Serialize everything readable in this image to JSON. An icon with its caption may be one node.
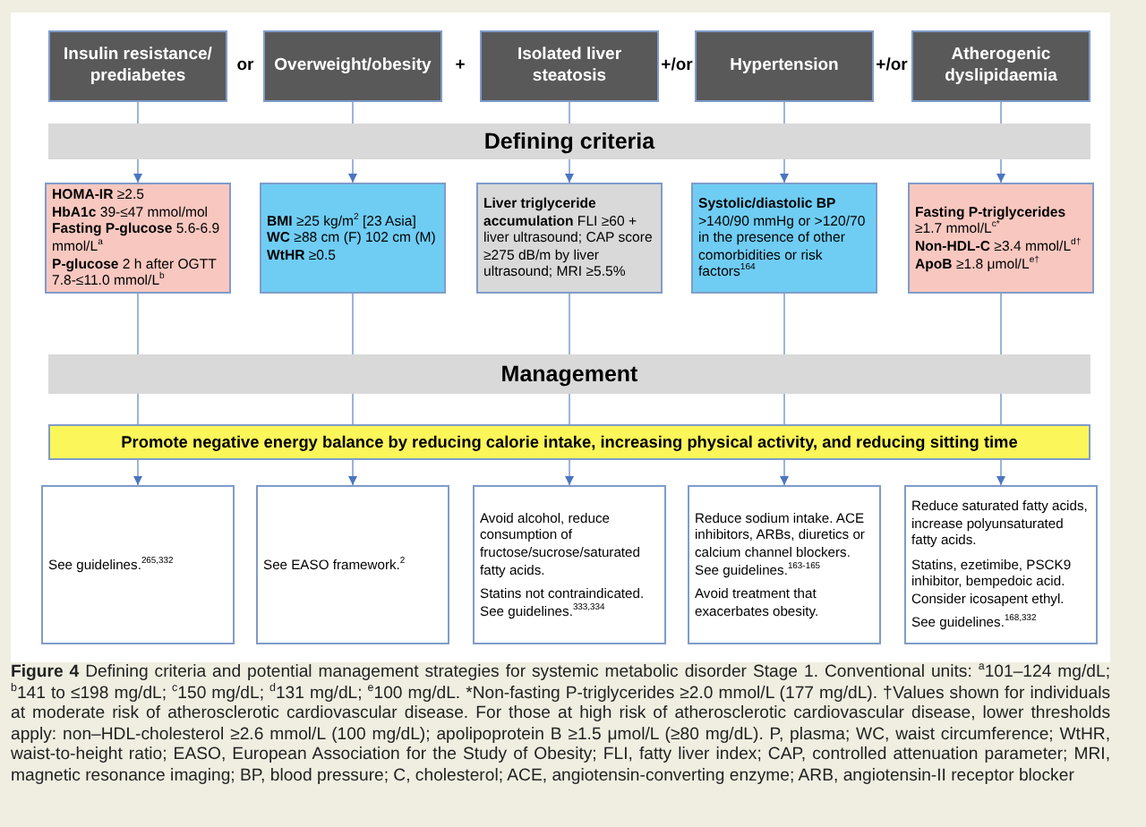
{
  "diagram": {
    "caption": "**Figure 4** Defining criteria and potential management strategies for systemic metabolic disorder Stage 1. Conventional units: $^{a}$101–124 mg/dL; $^{b}$141 to ≤198 mg/dL; $^{c}$150 mg/dL; $^{d}$131 mg/dL; $^{e}$100 mg/dL. *Non-fasting P-triglycerides ≥2.0 mmol/L (177 mg/dL). †Values shown for individuals at moderate risk of atherosclerotic cardiovascular disease. For those at high risk of atherosclerotic cardiovascular disease, lower thresholds apply: non–HDL-cholesterol ≥2.6 mmol/L (100 mg/dL); apolipoprotein B ≥1.5 μmol/L (≥80 mg/dL). P, plasma; WC, waist circumference; WtHR, waist-to-height ratio; EASO, European Association for the Study of Obesity; FLI, fatty liver index; CAP, controlled attenuation parameter; MRI, magnetic resonance imaging; BP, blood pressure; C, cholesterol; ACE, angiotensin-converting enzyme; ARB, angiotensin-II receptor blocker",
    "nodes": [
      {
        "text": [
          "Insulin resistance/ prediabetes"
        ]
      },
      {
        "text": [
          "Overweight/obesity"
        ]
      },
      {
        "text": [
          "Isolated liver steatosis"
        ]
      },
      {
        "text": [
          "Hypertension"
        ]
      },
      {
        "text": [
          "Atherogenic dyslipidaemia"
        ]
      },
      {
        "text": [
          "Defining criteria"
        ]
      },
      {
        "text": [
          "**HOMA-IR** ≥2.5",
          "**HbA1c** 39-≤47 mmol/mol",
          "**Fasting P-glucose** 5.6-6.9 mmol/L$^{a}$",
          "**P-glucose** 2 h after OGTT 7.8-≤11.0 mmol/L$^{b}$"
        ]
      },
      {
        "text": [
          "**BMI** ≥25 kg/m$^{2}$ [23 Asia]",
          "**WC** ≥88 cm (F) 102 cm (M)",
          "**WtHR** ≥0.5"
        ]
      },
      {
        "text": [
          "**Liver triglyceride accumulation** FLI ≥60 + liver ultrasound; CAP score ≥275 dB/m by liver ultrasound; MRI ≥5.5%"
        ]
      },
      {
        "text": [
          "**Systolic/diastolic BP** >140/90 mmHg or >120/70 in the presence of other comorbidities or risk factors$^{164}$"
        ]
      },
      {
        "text": [
          "**Fasting P-triglycerides** ≥1.7 mmol/L$^{c*}$",
          "**Non-HDL-C** ≥3.4 mmol/L$^{d†}$",
          "**ApoB** ≥1.8 μmol/L$^{e†}$"
        ]
      },
      {
        "text": [
          "Management"
        ]
      },
      {
        "text": [
          "Promote negative energy balance by reducing calorie intake, increasing physical activity, and reducing sitting time"
        ]
      },
      {
        "text": [
          "See guidelines.$^{265,332}$"
        ]
      },
      {
        "text": [
          "See EASO framework.$^{2}$"
        ]
      },
      {
        "text": [
          "Avoid alcohol, reduce consumption of fructose/sucrose/saturated fatty acids.",
          "Statins not contraindicated. See guidelines.$^{333,334}$"
        ]
      },
      {
        "text": [
          "Reduce sodium intake. ACE inhibitors, ARBs, diuretics or calcium channel blockers. See guidelines.$^{163-165}$",
          "Avoid treatment that exacerbates obesity."
        ]
      },
      {
        "text": [
          "Reduce saturated fatty acids, increase polyunsaturated fatty acids.",
          "Statins, ezetimibe, PSCK9 inhibitor, bempedoic acid. Consider icosapent ethyl.",
          "See guidelines.$^{168,332}$"
        ]
      }
    ],
    "edges": [
      {
        "from": 0,
        "to": 5,
        "arrow": "none"
      },
      {
        "from": 1,
        "to": 5,
        "arrow": "none"
      },
      {
        "from": 2,
        "to": 5,
        "arrow": "none"
      },
      {
        "from": 3,
        "to": 5,
        "arrow": "none"
      },
      {
        "from": 4,
        "to": 5,
        "arrow": "none"
      },
      {
        "from": 5,
        "to": 6,
        "arrow": "to"
      },
      {
        "from": 5,
        "to": 7,
        "arrow": "to"
      },
      {
        "from": 5,
        "to": 8,
        "arrow": "to"
      },
      {
        "from": 5,
        "to": 9,
        "arrow": "to"
      },
      {
        "from": 5,
        "to": 10,
        "arrow": "to"
      },
      {
        "from": 6,
        "to": 11,
        "arrow": "none"
      },
      {
        "from": 7,
        "to": 11,
        "arrow": "none"
      },
      {
        "from": 8,
        "to": 11,
        "arrow": "none"
      },
      {
        "from": 9,
        "to": 11,
        "arrow": "none"
      },
      {
        "from": 10,
        "to": 11,
        "arrow": "none"
      },
      {
        "from": 11,
        "to": 12,
        "arrow": "none"
      },
      {
        "from": 11,
        "to": 12,
        "arrow": "none"
      },
      {
        "from": 11,
        "to": 12,
        "arrow": "none"
      },
      {
        "from": 11,
        "to": 12,
        "arrow": "none"
      },
      {
        "from": 11,
        "to": 12,
        "arrow": "none"
      },
      {
        "from": 12,
        "to": 13,
        "arrow": "to"
      },
      {
        "from": 12,
        "to": 14,
        "arrow": "to"
      },
      {
        "from": 12,
        "to": 15,
        "arrow": "to"
      },
      {
        "from": 12,
        "to": 16,
        "arrow": "to"
      },
      {
        "from": 12,
        "to": 17,
        "arrow": "to"
      }
    ],
    "labels": [
      "or",
      "+",
      "+/or",
      "+/or"
    ]
  }
}
